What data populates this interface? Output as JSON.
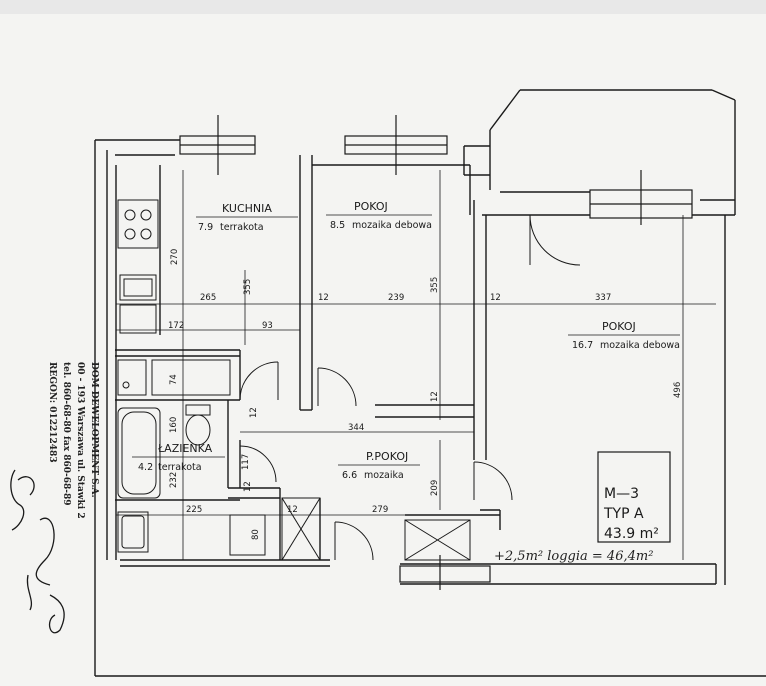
{
  "rooms": {
    "kuchnia": {
      "name": "KUCHNIA",
      "area": "7.9",
      "floor": "terrakota"
    },
    "pokoj1": {
      "name": "POKOJ",
      "area": "8.5",
      "floor": "mozaika debowa"
    },
    "pokoj2": {
      "name": "POKOJ",
      "area": "16.7",
      "floor": "mozaika debowa"
    },
    "lazienka": {
      "name": "ŁAZIENKA",
      "area": "4.2",
      "floor": "terrakota"
    },
    "ppokoj": {
      "name": "P.POKOJ",
      "area": "6.6",
      "floor": "mozaika"
    }
  },
  "dimensions": {
    "h265": "265",
    "h12a": "12",
    "h239": "239",
    "h12b": "12",
    "h337": "337",
    "h172": "172",
    "h93": "93",
    "h344": "344",
    "h225": "225",
    "h12c": "12",
    "h279": "279",
    "v270": "270",
    "v355a": "355",
    "v355b": "355",
    "v496": "496",
    "v74": "74",
    "v160": "160",
    "v117": "117",
    "v232": "232",
    "v12a": "12",
    "v12b": "12",
    "v12c": "12",
    "v209": "209",
    "v80": "80"
  },
  "unit_box": {
    "line1": "M—3",
    "line2": "TYP  A",
    "line3": "43.9  m²"
  },
  "loggia_note": "+2,5m² loggia = 46,4m²",
  "stamp": {
    "line1": "DOM DEWELOPMENT S.A.",
    "line2": "00 - 193 Warszawa ul. Stawki 2",
    "line3": "tel. 860-68-80   fax 860-68-89",
    "line4": "REGON: 012212483"
  }
}
